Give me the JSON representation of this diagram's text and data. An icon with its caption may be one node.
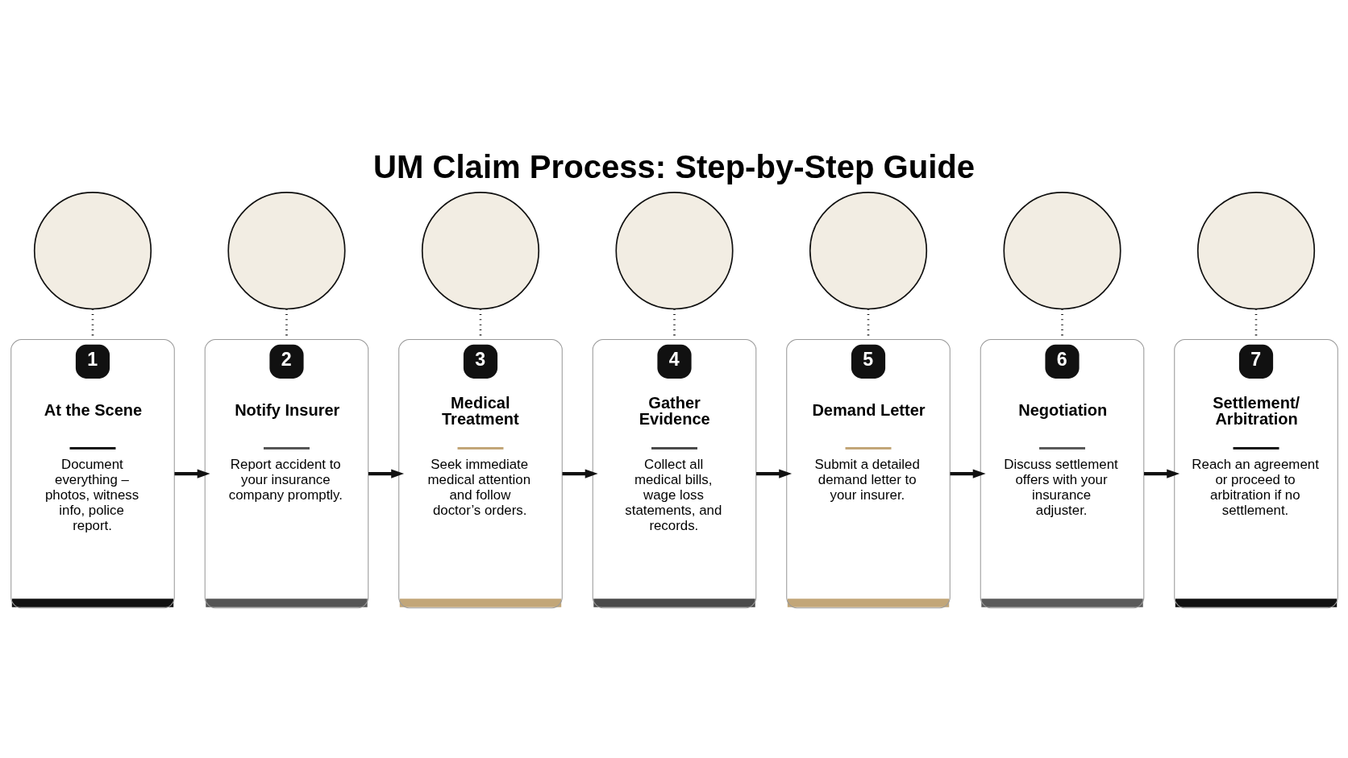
{
  "diagram": {
    "title": "UM Claim Process: Step-by-Step Guide",
    "nodes": [
      {
        "text": [],
        "shape": "circle"
      },
      {
        "text": [],
        "shape": "circle"
      },
      {
        "text": [],
        "shape": "circle"
      },
      {
        "text": [],
        "shape": "circle"
      },
      {
        "text": [],
        "shape": "circle"
      },
      {
        "text": [],
        "shape": "circle"
      },
      {
        "text": [],
        "shape": "circle"
      },
      {
        "text": [
          "1",
          "At the Scene",
          "Document everything – photos, witness info, police report."
        ]
      },
      {
        "text": [
          "2",
          "Notify Insurer",
          "Report accident to your insurance company promptly."
        ]
      },
      {
        "text": [
          "3",
          "Medical Treatment",
          "Seek immediate medical attention and follow doctor’s orders."
        ]
      },
      {
        "text": [
          "4",
          "Gather Evidence",
          "Collect all medical bills, wage loss statements, and records."
        ]
      },
      {
        "text": [
          "5",
          "Demand Letter",
          "Submit a detailed demand letter to your insurer."
        ]
      },
      {
        "text": [
          "6",
          "Negotiation",
          "Discuss settlement offers with your insurance adjuster."
        ]
      },
      {
        "text": [
          "7",
          "Settlement/ Arbitration",
          "Reach an agreement or proceed to arbitration if no settlement."
        ]
      }
    ],
    "edges": [
      {
        "from": 0,
        "to": 7,
        "arrow": "none",
        "style": "dashed"
      },
      {
        "from": 1,
        "to": 8,
        "arrow": "none",
        "style": "dashed"
      },
      {
        "from": 2,
        "to": 9,
        "arrow": "none",
        "style": "dashed"
      },
      {
        "from": 3,
        "to": 10,
        "arrow": "none",
        "style": "dashed"
      },
      {
        "from": 4,
        "to": 11,
        "arrow": "none",
        "style": "dashed"
      },
      {
        "from": 5,
        "to": 12,
        "arrow": "none",
        "style": "dashed"
      },
      {
        "from": 6,
        "to": 13,
        "arrow": "none",
        "style": "dashed"
      },
      {
        "from": 7,
        "to": 8,
        "arrow": "to"
      },
      {
        "from": 8,
        "to": 9,
        "arrow": "to"
      },
      {
        "from": 9,
        "to": 10,
        "arrow": "to"
      },
      {
        "from": 10,
        "to": 11,
        "arrow": "to"
      },
      {
        "from": 11,
        "to": 12,
        "arrow": "to"
      },
      {
        "from": 12,
        "to": 13,
        "arrow": "to"
      }
    ]
  }
}
